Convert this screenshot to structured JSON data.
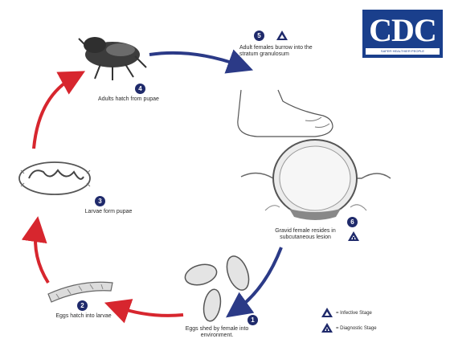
{
  "logo": {
    "text": "CDC",
    "subtitle": "SAFER·HEALTHIER·PEOPLE"
  },
  "stages": [
    {
      "number": "1",
      "text": "Eggs shed by female into environment."
    },
    {
      "number": "2",
      "text": "Eggs hatch into larvae"
    },
    {
      "number": "3",
      "text": "Larvae form pupae"
    },
    {
      "number": "4",
      "text": "Adults hatch from pupae"
    },
    {
      "number": "5",
      "text": "Adult females burrow into the stratum granulosum"
    },
    {
      "number": "6",
      "text": "Gravid female resides in subcutaneous lesion"
    }
  ],
  "legend": {
    "infective": "= Infective Stage",
    "diagnostic": "= Diagnostic Stage"
  },
  "colors": {
    "red_arrow": "#d7262e",
    "blue_arrow": "#2b3a87",
    "badge": "#1f2a6b",
    "logo_bg": "#1a3f8c"
  }
}
